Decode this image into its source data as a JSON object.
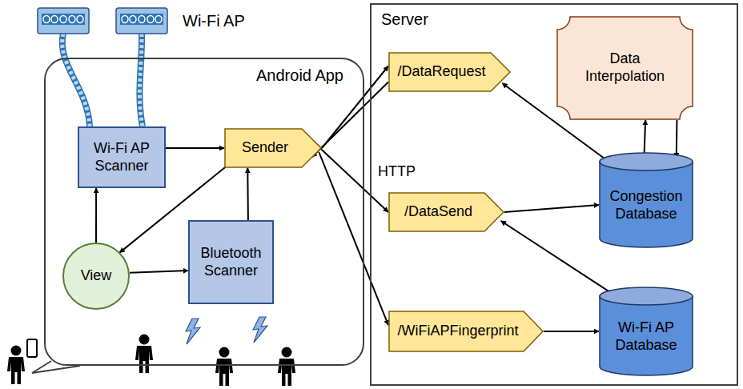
{
  "diagram": {
    "nodes": [
      {
        "text": [
          "Android App"
        ]
      },
      {
        "text": [
          "Wi-Fi AP Scanner"
        ],
        "in": 0
      },
      {
        "text": [
          "Sender"
        ],
        "in": 0
      },
      {
        "text": [
          "View"
        ],
        "in": 0
      },
      {
        "text": [
          "Bluetooth Scanner"
        ],
        "in": 0
      },
      {
        "text": [
          "Server"
        ]
      },
      {
        "text": [
          "/DataRequest"
        ],
        "in": 5
      },
      {
        "text": [
          "Data Interpolation"
        ],
        "in": 5
      },
      {
        "text": [
          "/DataSend"
        ],
        "in": 5
      },
      {
        "text": [
          "Congestion Database"
        ],
        "in": 5
      },
      {
        "text": [
          "/WiFiAPFingerprint"
        ],
        "in": 5
      },
      {
        "text": [
          "Wi-Fi AP Database"
        ],
        "in": 5
      }
    ],
    "edges": [
      {
        "from": 1,
        "to": 2,
        "arrow": "to"
      },
      {
        "from": 3,
        "to": 1,
        "arrow": "to"
      },
      {
        "from": 3,
        "to": 4,
        "arrow": "to"
      },
      {
        "from": 4,
        "to": 2,
        "arrow": "to"
      },
      {
        "from": 2,
        "to": 3,
        "arrow": "to"
      },
      {
        "from": 2,
        "to": 6,
        "arrow": "to"
      },
      {
        "from": 6,
        "to": 2,
        "arrow": "to"
      },
      {
        "from": 2,
        "to": 8,
        "arrow": "to"
      },
      {
        "from": 2,
        "to": 10,
        "arrow": "to"
      },
      {
        "from": 8,
        "to": 9,
        "arrow": "to"
      },
      {
        "from": 9,
        "to": 6,
        "arrow": "to"
      },
      {
        "from": 9,
        "to": 7,
        "arrow": "to"
      },
      {
        "from": 7,
        "to": 9,
        "arrow": "to"
      },
      {
        "from": 11,
        "to": 8,
        "arrow": "to"
      },
      {
        "from": 10,
        "to": 11,
        "arrow": "to"
      }
    ],
    "labels": [
      "Wi-Fi AP",
      "HTTP"
    ]
  }
}
